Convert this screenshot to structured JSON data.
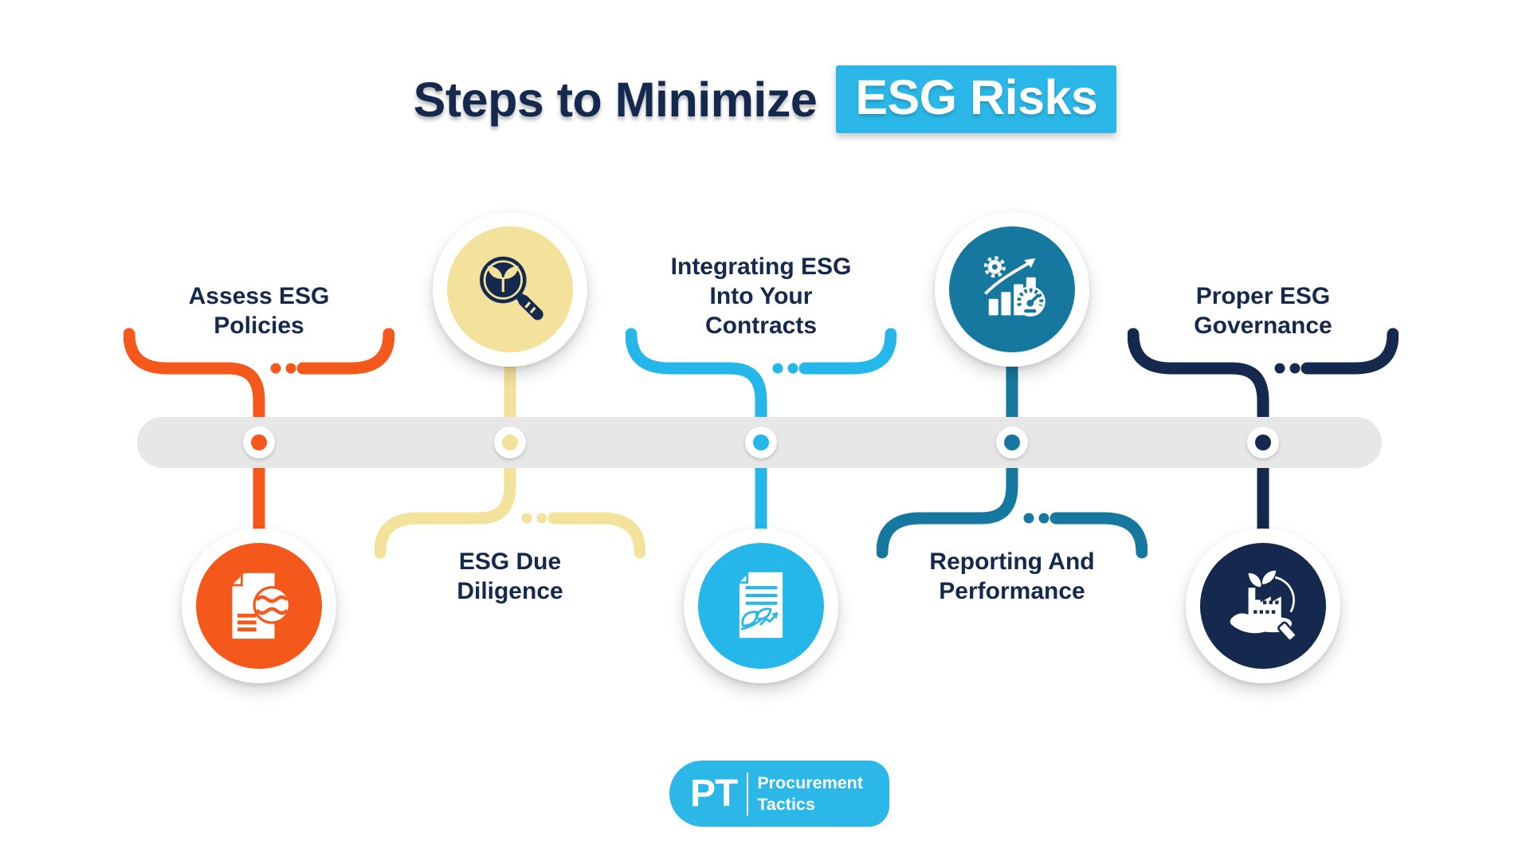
{
  "title": {
    "prefix": "Steps to Minimize",
    "highlight": "ESG Risks",
    "highlight_bg": "#2BB8E9",
    "text_color": "#14294D"
  },
  "colors": {
    "navy": "#14294D",
    "timeline_gray": "#E7E7E7",
    "background": "#FFFFFF"
  },
  "timeline": {
    "bar_color": "#E7E7E7",
    "dot_ring_color": "#FFFFFF"
  },
  "steps": [
    {
      "id": "assess-esg-policies",
      "lines": [
        "Assess ESG",
        "Policies"
      ],
      "color": "#F4581A",
      "icon": "documents-globe-icon",
      "icon_position": "below-timeline",
      "label_position": "above-timeline"
    },
    {
      "id": "esg-due-diligence",
      "lines": [
        "ESG Due",
        "Diligence"
      ],
      "color": "#F2E29B",
      "icon": "magnifier-plant-icon",
      "icon_position": "above-timeline",
      "label_position": "below-timeline"
    },
    {
      "id": "integrating-esg-into-your-contracts",
      "lines": [
        "Integrating ESG",
        "Into Your",
        "Contracts"
      ],
      "color": "#25B7EA",
      "icon": "contract-leaf-icon",
      "icon_position": "below-timeline",
      "label_position": "above-timeline"
    },
    {
      "id": "reporting-and-performance",
      "lines": [
        "Reporting And",
        "Performance"
      ],
      "color": "#17789F",
      "icon": "performance-dashboard-icon",
      "icon_position": "above-timeline",
      "label_position": "below-timeline"
    },
    {
      "id": "proper-esg-governance",
      "lines": [
        "Proper ESG",
        "Governance"
      ],
      "color": "#14294D",
      "icon": "sustainable-factory-hand-icon",
      "icon_position": "below-timeline",
      "label_position": "above-timeline"
    }
  ],
  "logo": {
    "monogram": "PT",
    "line1": "Procurement",
    "line2": "Tactics",
    "bg": "#2BB8E9"
  }
}
